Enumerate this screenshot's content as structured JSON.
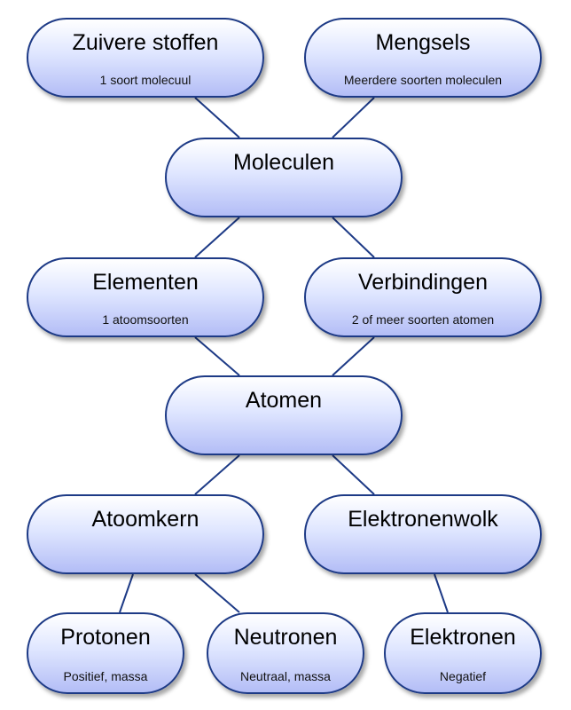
{
  "nodes": {
    "zuivere": {
      "title": "Zuivere stoffen",
      "sub": "1 soort molecuul"
    },
    "mengsels": {
      "title": "Mengsels",
      "sub": "Meerdere soorten moleculen"
    },
    "moleculen": {
      "title": "Moleculen"
    },
    "elementen": {
      "title": "Elementen",
      "sub": "1 atoomsoorten"
    },
    "verbindingen": {
      "title": "Verbindingen",
      "sub": "2 of meer soorten atomen"
    },
    "atomen": {
      "title": "Atomen"
    },
    "atoomkern": {
      "title": "Atoomkern"
    },
    "elektronenwolk": {
      "title": "Elektronenwolk"
    },
    "protonen": {
      "title": "Protonen",
      "sub": "Positief, massa"
    },
    "neutronen": {
      "title": "Neutronen",
      "sub": "Neutraal, massa"
    },
    "elektronen": {
      "title": "Elektronen",
      "sub": "Negatief"
    }
  },
  "colors": {
    "border": "#1d3a86",
    "fill_top": "#ffffff",
    "fill_bottom": "#b3bdf6",
    "line": "#1d3a86"
  }
}
